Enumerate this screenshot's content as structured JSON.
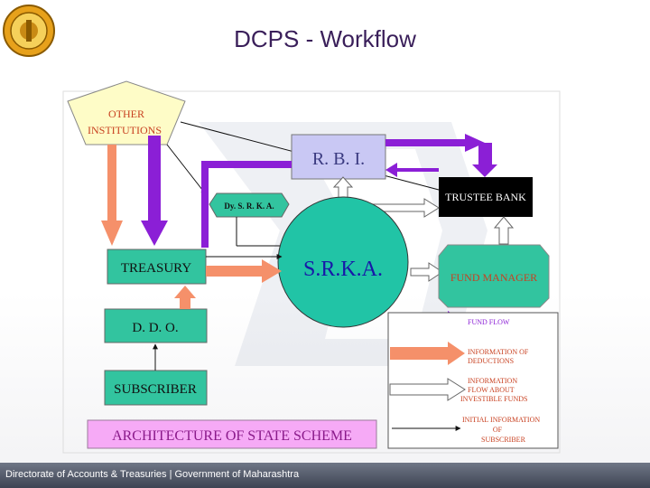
{
  "title": "DCPS - Workflow",
  "footer": "Directorate of Accounts & Treasuries | Government of Maharashtra",
  "nodes": {
    "other_line1": "OTHER",
    "other_line2": "INSTITUTIONS",
    "rbi": "R. B. I.",
    "trustee_bank": "TRUSTEE BANK",
    "dy_srka": "Dy. S. R. K. A.",
    "treasury": "TREASURY",
    "srka": "S.R.K.A.",
    "fund_manager": "FUND MANAGER",
    "ddo": "D. D. O.",
    "subscriber": "SUBSCRIBER",
    "architecture": "ARCHITECTURE OF STATE SCHEME"
  },
  "legend": {
    "fund_flow": "FUND FLOW",
    "info_deductions_1": "INFORMATION OF",
    "info_deductions_2": "DEDUCTIONS",
    "info_investible_1": "INFORMATION",
    "info_investible_2": "FLOW ABOUT",
    "info_investible_3": "INVESTIBLE FUNDS",
    "initial_info_1": "INITIAL INFORMATION",
    "initial_info_2": "OF",
    "initial_info_3": "SUBSCRIBER"
  },
  "colors": {
    "fund_flow": "#8b1fd6",
    "deductions": "#f5906a",
    "investible": "#ffffff",
    "srka": "#21c4a6",
    "boxes": "#32c49f",
    "rbi": "#c9c8f4",
    "trustee": "#000000",
    "other": "#fefcc7",
    "architecture": "#f6aaf6"
  }
}
